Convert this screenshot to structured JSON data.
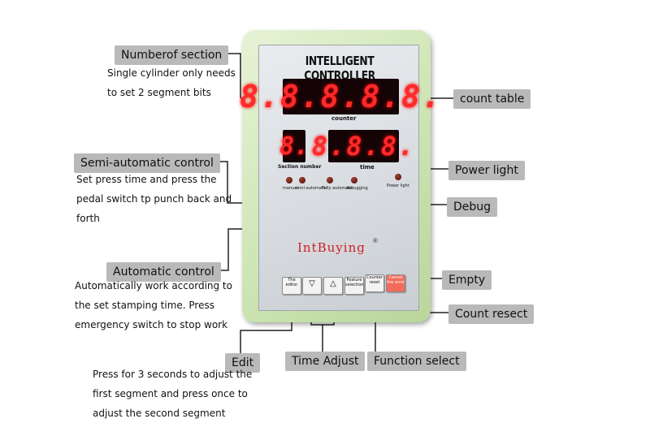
{
  "device": {
    "title": "INTELLIGENT CONTROLLER",
    "counter_display": "8.8.8.8.8.",
    "counter_label": "counter",
    "section_display": "8.",
    "section_label": "Section number",
    "time_display": "8.8.8.",
    "time_label": "time",
    "led_labels": {
      "manual": "manual",
      "semi": "semi-automatic",
      "fully": "Fully automatic",
      "debug": "debugging",
      "power": "Power light"
    },
    "brand": "IntBuying",
    "brand_mark": "®",
    "buttons": {
      "editor": "The editor",
      "down": "▽",
      "up": "△",
      "feature": "Feature selection",
      "counter_reset": "Counter reset",
      "empty": "Cancel the error"
    }
  },
  "callouts": {
    "number_of_section": {
      "label": "Numberof section",
      "note_lines": [
        "Single cylinder only needs",
        "to set 2 segment bits"
      ]
    },
    "count_table": {
      "label": "count table"
    },
    "semi_auto": {
      "label": "Semi-automatic control",
      "note_lines": [
        "Set press time and press the",
        "pedal switch tp punch back and",
        "forth"
      ]
    },
    "power_light": {
      "label": "Power light"
    },
    "debug": {
      "label": "Debug"
    },
    "automatic": {
      "label": "Automatic control",
      "note_lines": [
        "Automatically work according to",
        "the set stamping time.  Press",
        "emergency switch to stop work"
      ]
    },
    "empty": {
      "label": "Empty"
    },
    "count_reset": {
      "label": "Count resect"
    },
    "edit": {
      "label": "Edit",
      "note_lines": [
        "Press for 3 seconds to adjust the",
        "first segment and press once to",
        "adjust the second segment"
      ]
    },
    "time_adjust": {
      "label": "Time Adjust"
    },
    "function_select": {
      "label": "Function select"
    }
  }
}
